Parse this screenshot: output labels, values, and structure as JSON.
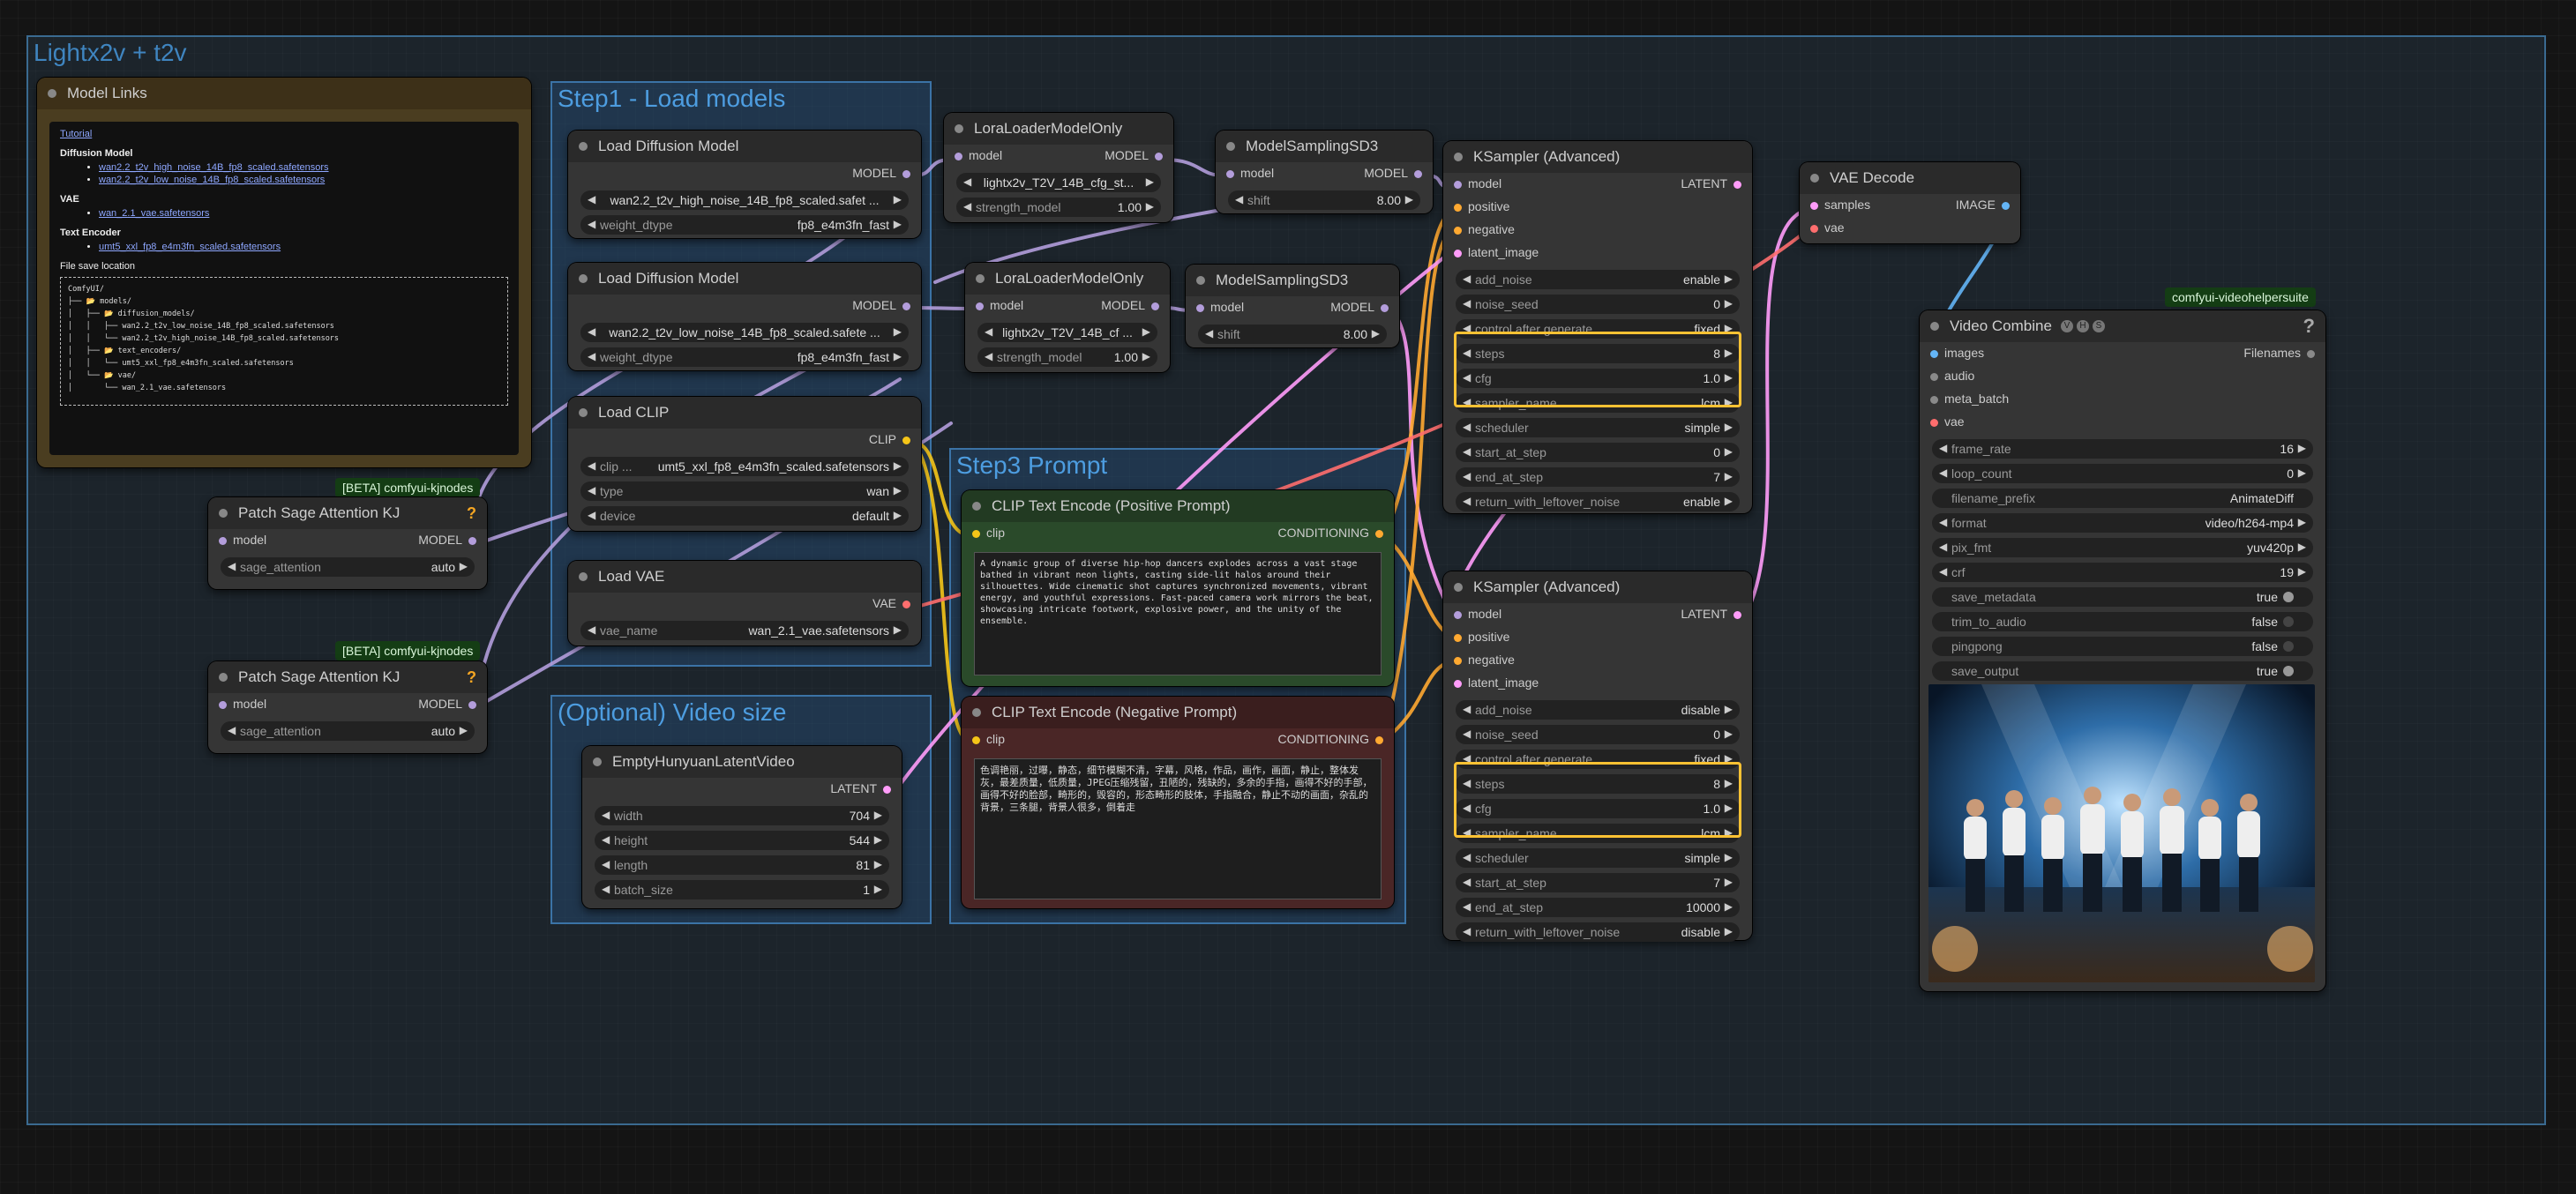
{
  "groups": {
    "main": "Lightx2v + t2v",
    "step1": "Step1 - Load models",
    "step3": "Step3 Prompt",
    "video_size": "(Optional) Video size"
  },
  "model_links": {
    "title": "Model Links",
    "tutorial": "Tutorial",
    "diffusion_heading": "Diffusion Model",
    "diffusion_files": [
      "wan2.2_t2v_high_noise_14B_fp8_scaled.safetensors",
      "wan2.2_t2v_low_noise_14B_fp8_scaled.safetensors"
    ],
    "vae_heading": "VAE",
    "vae_file": "wan_2.1_vae.safetensors",
    "text_encoder_heading": "Text Encoder",
    "text_encoder_file": "umt5_xxl_fp8_e4m3fn_scaled.safetensors",
    "file_save_label": "File save location",
    "tree": "ComfyUI/\n├── 📂 models/\n│   ├── 📂 diffusion_models/\n│   │   ├── wan2.2_t2v_low_noise_14B_fp8_scaled.safetensors\n│   │   └── wan2.2_t2v_high_noise_14B_fp8_scaled.safetensors\n│   ├── 📂 text_encoders/\n│   │   └── umt5_xxl_fp8_e4m3fn_scaled.safetensors\n│   └── 📂 vae/\n│       └── wan_2.1_vae.safetensors"
  },
  "badges": {
    "kjnodes": "[BETA] comfyui-kjnodes",
    "vhs": "comfyui-videohelpersuite"
  },
  "patch1": {
    "title": "Patch Sage Attention KJ",
    "help": "?",
    "in_model": "model",
    "out_model": "MODEL",
    "w_label": "sage_attention",
    "w_value": "auto"
  },
  "patch2": {
    "title": "Patch Sage Attention KJ",
    "help": "?",
    "in_model": "model",
    "out_model": "MODEL",
    "w_label": "sage_attention",
    "w_value": "auto"
  },
  "ld1": {
    "title": "Load Diffusion Model",
    "out": "MODEL",
    "unet": "wan2.2_t2v_high_noise_14B_fp8_scaled.safet ...",
    "w2_label": "weight_dtype",
    "w2_value": "fp8_e4m3fn_fast"
  },
  "ld2": {
    "title": "Load Diffusion Model",
    "out": "MODEL",
    "unet": "wan2.2_t2v_low_noise_14B_fp8_scaled.safete ...",
    "w2_label": "weight_dtype",
    "w2_value": "fp8_e4m3fn_fast"
  },
  "clip": {
    "title": "Load CLIP",
    "out": "CLIP",
    "w1_label": "clip ...",
    "w1_value": "umt5_xxl_fp8_e4m3fn_scaled.safetensors",
    "w2_label": "type",
    "w2_value": "wan",
    "w3_label": "device",
    "w3_value": "default"
  },
  "vae": {
    "title": "Load VAE",
    "out": "VAE",
    "w_label": "vae_name",
    "w_value": "wan_2.1_vae.safetensors"
  },
  "lora1": {
    "title": "LoraLoaderModelOnly",
    "in": "model",
    "out": "MODEL",
    "w1_value": "lightx2v_T2V_14B_cfg_st...",
    "w2_label": "strength_model",
    "w2_value": "1.00"
  },
  "lora2": {
    "title": "LoraLoaderModelOnly",
    "in": "model",
    "out": "MODEL",
    "w1_value": "lightx2v_T2V_14B_cf ...",
    "w2_label": "strength_model",
    "w2_value": "1.00"
  },
  "ms1": {
    "title": "ModelSamplingSD3",
    "in": "model",
    "out": "MODEL",
    "w_label": "shift",
    "w_value": "8.00"
  },
  "ms2": {
    "title": "ModelSamplingSD3",
    "in": "model",
    "out": "MODEL",
    "w_label": "shift",
    "w_value": "8.00"
  },
  "pos": {
    "title": "CLIP Text Encode (Positive Prompt)",
    "in": "clip",
    "out": "CONDITIONING",
    "text": "A dynamic group of diverse hip-hop dancers explodes across a vast stage bathed in vibrant neon lights, casting side-lit halos around their silhouettes. Wide cinematic shot captures synchronized movements, vibrant energy, and youthful expressions. Fast-paced camera work mirrors the beat, showcasing intricate footwork, explosive power, and the unity of the ensemble."
  },
  "neg": {
    "title": "CLIP Text Encode (Negative Prompt)",
    "in": "clip",
    "out": "CONDITIONING",
    "text": "色调艳丽，过曝，静态，细节模糊不清，字幕，风格，作品，画作，画面，静止，整体发灰，最差质量，低质量，JPEG压缩残留，丑陋的，残缺的，多余的手指，画得不好的手部，画得不好的脸部，畸形的，毁容的，形态畸形的肢体，手指融合，静止不动的画面，杂乱的背景，三条腿，背景人很多，倒着走"
  },
  "latent": {
    "title": "EmptyHunyuanLatentVideo",
    "out": "LATENT",
    "widgets": [
      {
        "label": "width",
        "value": "704"
      },
      {
        "label": "height",
        "value": "544"
      },
      {
        "label": "length",
        "value": "81"
      },
      {
        "label": "batch_size",
        "value": "1"
      }
    ]
  },
  "ks1": {
    "title": "KSampler (Advanced)",
    "out": "LATENT",
    "inputs": [
      "model",
      "positive",
      "negative",
      "latent_image"
    ],
    "widgets": [
      {
        "label": "add_noise",
        "value": "enable"
      },
      {
        "label": "noise_seed",
        "value": "0"
      },
      {
        "label": "control after generate",
        "value": "fixed"
      },
      {
        "label": "steps",
        "value": "8"
      },
      {
        "label": "cfg",
        "value": "1.0"
      },
      {
        "label": "sampler_name",
        "value": "lcm"
      },
      {
        "label": "scheduler",
        "value": "simple"
      },
      {
        "label": "start_at_step",
        "value": "0"
      },
      {
        "label": "end_at_step",
        "value": "7"
      },
      {
        "label": "return_with_leftover_noise",
        "value": "enable"
      }
    ]
  },
  "ks2": {
    "title": "KSampler (Advanced)",
    "out": "LATENT",
    "inputs": [
      "model",
      "positive",
      "negative",
      "latent_image"
    ],
    "widgets": [
      {
        "label": "add_noise",
        "value": "disable"
      },
      {
        "label": "noise_seed",
        "value": "0"
      },
      {
        "label": "control after generate",
        "value": "fixed"
      },
      {
        "label": "steps",
        "value": "8"
      },
      {
        "label": "cfg",
        "value": "1.0"
      },
      {
        "label": "sampler_name",
        "value": "lcm"
      },
      {
        "label": "scheduler",
        "value": "simple"
      },
      {
        "label": "start_at_step",
        "value": "7"
      },
      {
        "label": "end_at_step",
        "value": "10000"
      },
      {
        "label": "return_with_leftover_noise",
        "value": "disable"
      }
    ]
  },
  "vaedecode": {
    "title": "VAE Decode",
    "in1": "samples",
    "in2": "vae",
    "out": "IMAGE"
  },
  "vc": {
    "title": "Video Combine",
    "badges": [
      "V",
      "H",
      "S"
    ],
    "help": "?",
    "inputs": [
      "images",
      "audio",
      "meta_batch",
      "vae"
    ],
    "out": "Filenames",
    "widgets": [
      {
        "label": "frame_rate",
        "value": "16"
      },
      {
        "label": "loop_count",
        "value": "0"
      },
      {
        "label": "filename_prefix",
        "value": "AnimateDiff"
      },
      {
        "label": "format",
        "value": "video/h264-mp4"
      },
      {
        "label": "pix_fmt",
        "value": "yuv420p"
      },
      {
        "label": "crf",
        "value": "19"
      },
      {
        "label": "save_metadata",
        "value": "true"
      },
      {
        "label": "trim_to_audio",
        "value": "false"
      },
      {
        "label": "pingpong",
        "value": "false"
      },
      {
        "label": "save_output",
        "value": "true"
      }
    ]
  },
  "colors": {
    "model": "#b39ddb",
    "clip": "#f5c518",
    "conditioning": "#ffa931",
    "latent": "#ff9cf9",
    "vae": "#ff6e6e",
    "image": "#64b5f6",
    "highlight": "#ffc233"
  }
}
